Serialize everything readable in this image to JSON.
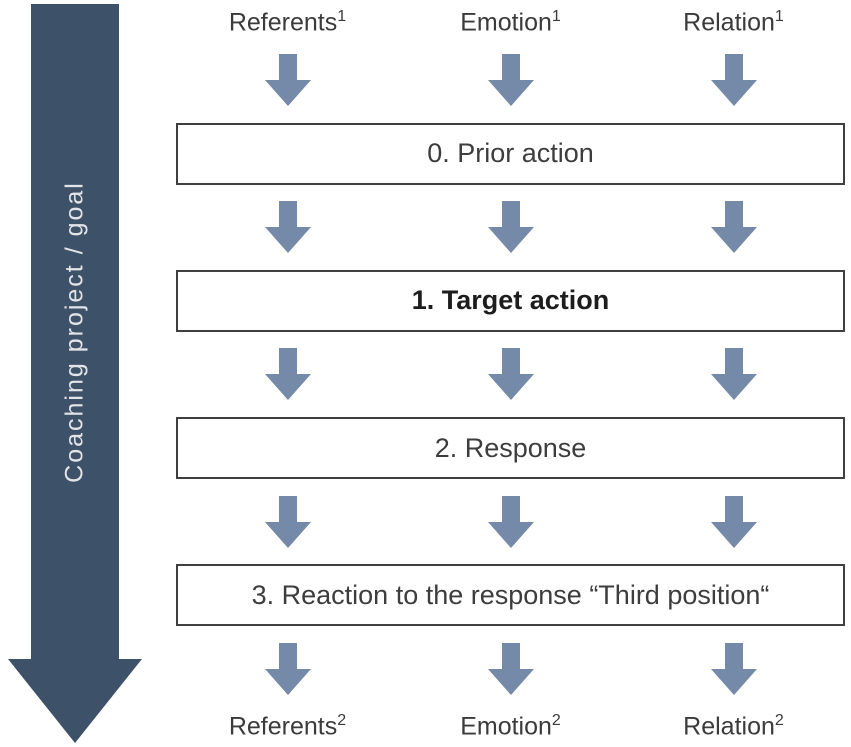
{
  "colors": {
    "big_arrow": "#3d5168",
    "small_arrow": "#7589a8",
    "box_border": "#3f3f3f",
    "text": "#3b3b3b",
    "banner_text": "#e2e4e8"
  },
  "left_banner": {
    "label": "Coaching project / goal"
  },
  "top_labels": [
    {
      "text": "Referents",
      "sup": "1"
    },
    {
      "text": "Emotion",
      "sup": "1"
    },
    {
      "text": "Relation",
      "sup": "1"
    }
  ],
  "boxes": [
    {
      "label": "0. Prior action"
    },
    {
      "label": "1. Target action"
    },
    {
      "label": "2. Response"
    },
    {
      "label": "3. Reaction to the response “Third position“"
    }
  ],
  "bottom_labels": [
    {
      "text": "Referents",
      "sup": "2"
    },
    {
      "text": "Emotion",
      "sup": "2"
    },
    {
      "text": "Relation",
      "sup": "2"
    }
  ]
}
